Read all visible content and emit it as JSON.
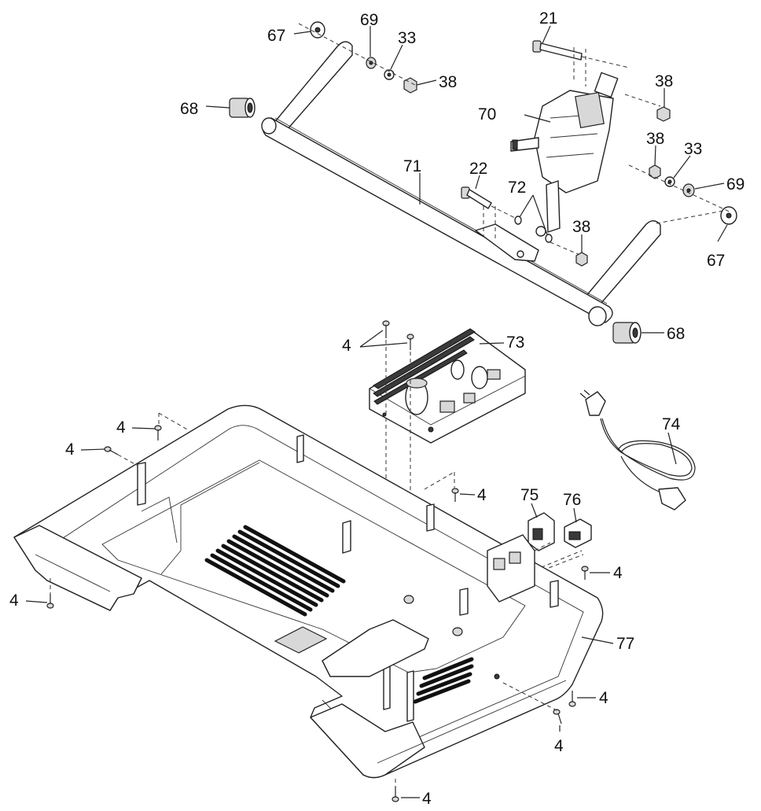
{
  "callouts": {
    "c67a": "67",
    "c69a": "69",
    "c33a": "33",
    "c38a": "38",
    "c68a": "68",
    "c21": "21",
    "c38b": "38",
    "c70": "70",
    "c38c": "38",
    "c33b": "33",
    "c69b": "69",
    "c71": "71",
    "c22": "22",
    "c72": "72",
    "c38d": "38",
    "c67b": "67",
    "c68b": "68",
    "c4a": "4",
    "c73": "73",
    "c4b": "4",
    "c4c": "4",
    "c74": "74",
    "c4d": "4",
    "c75": "75",
    "c76": "76",
    "c4e": "4",
    "c4f": "4",
    "c77": "77",
    "c4g": "4",
    "c4h": "4",
    "c4i": "4"
  },
  "colors": {
    "line": "#222222",
    "background": "#ffffff",
    "shade": "#d8d8d8"
  }
}
